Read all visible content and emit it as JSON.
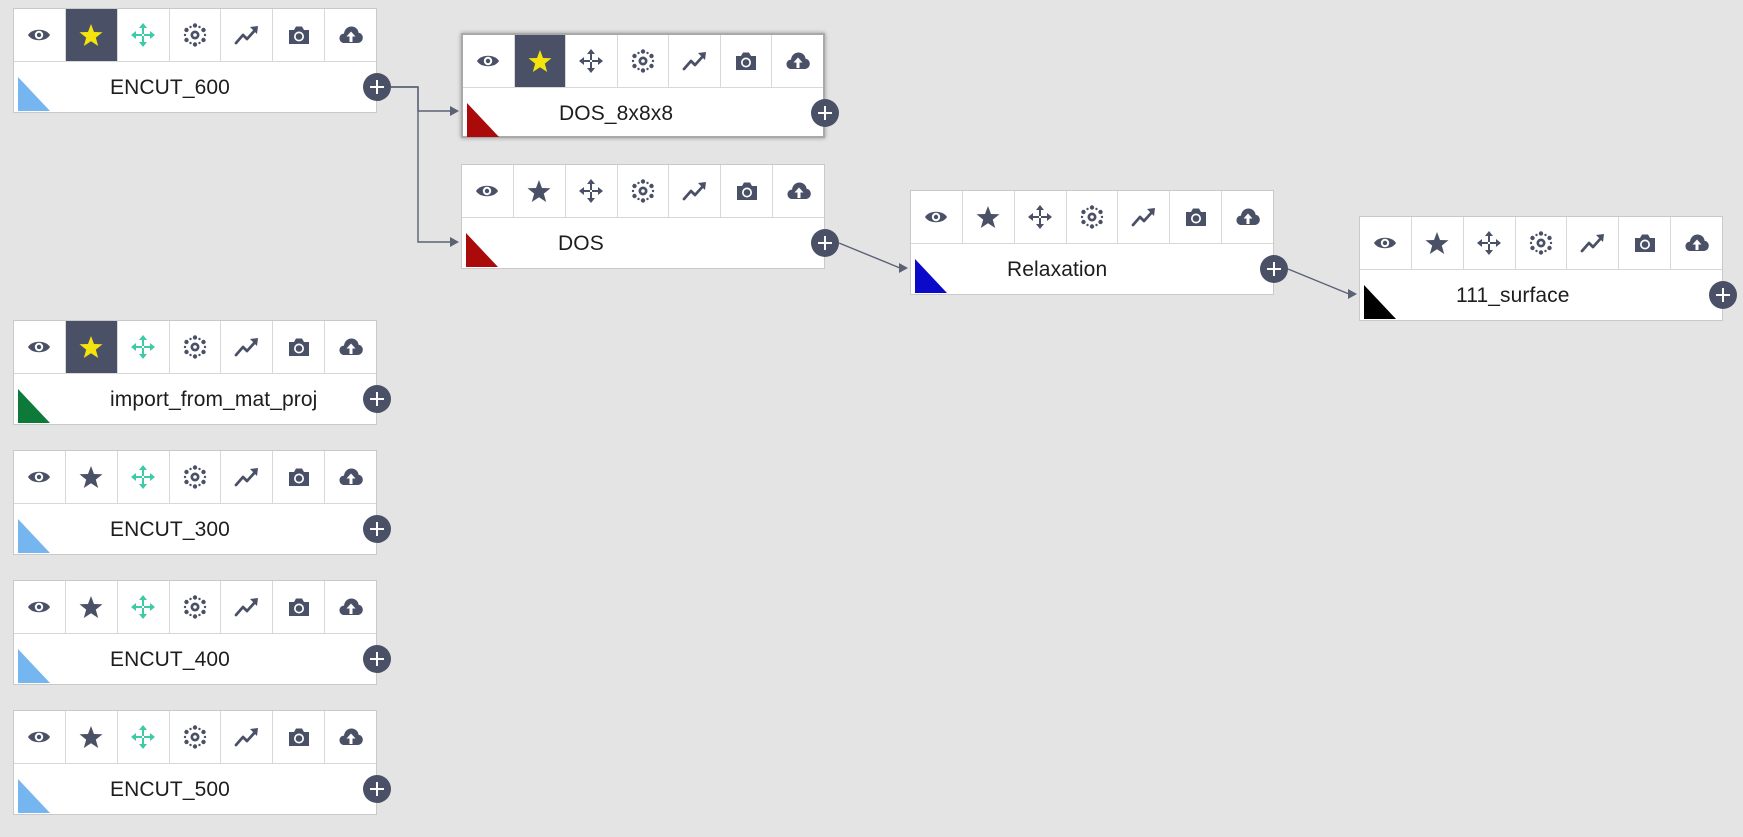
{
  "colors": {
    "dark": "#4a5066",
    "star_active": "#f5e30e",
    "teal": "#3ec9a7",
    "light_blue": "#75b5f0",
    "dark_red": "#aa0a0a",
    "blue": "#0a0ac8",
    "black": "#000000",
    "green": "#0e7a3a"
  },
  "tool_icons": [
    "eye-icon",
    "star-icon",
    "arrows-icon",
    "atom-icon",
    "chart-icon",
    "camera-icon",
    "cloud-upload-icon"
  ],
  "nodes": [
    {
      "id": "encut600",
      "label": "ENCUT_600",
      "triangle_color": "light_blue",
      "star_active": true,
      "arrows_teal": true,
      "cloud_variant": "plain",
      "selected": false
    },
    {
      "id": "dos8",
      "label": "DOS_8x8x8",
      "triangle_color": "dark_red",
      "star_active": true,
      "arrows_teal": false,
      "cloud_variant": "plain",
      "selected": true
    },
    {
      "id": "dos",
      "label": "DOS",
      "triangle_color": "dark_red",
      "star_active": false,
      "arrows_teal": false,
      "cloud_variant": "plain",
      "selected": false
    },
    {
      "id": "relax",
      "label": "Relaxation",
      "triangle_color": "blue",
      "star_active": false,
      "arrows_teal": false,
      "cloud_variant": "plain",
      "selected": false
    },
    {
      "id": "surf",
      "label": "111_surface",
      "triangle_color": "black",
      "star_active": false,
      "arrows_teal": false,
      "cloud_variant": "plain",
      "selected": false
    },
    {
      "id": "mp",
      "label": "import_from_mat_proj",
      "triangle_color": "green",
      "star_active": true,
      "arrows_teal": true,
      "cloud_variant": "plain",
      "selected": false
    },
    {
      "id": "encut300",
      "label": "ENCUT_300",
      "triangle_color": "light_blue",
      "star_active": false,
      "arrows_teal": true,
      "cloud_variant": "plain",
      "selected": false
    },
    {
      "id": "encut400",
      "label": "ENCUT_400",
      "triangle_color": "light_blue",
      "star_active": false,
      "arrows_teal": true,
      "cloud_variant": "plain",
      "selected": false
    },
    {
      "id": "encut500",
      "label": "ENCUT_500",
      "triangle_color": "light_blue",
      "star_active": false,
      "arrows_teal": true,
      "cloud_variant": "plain",
      "selected": false
    }
  ],
  "edges": [
    {
      "from": "encut600",
      "to": "dos8"
    },
    {
      "from": "encut600",
      "to": "dos"
    },
    {
      "from": "dos",
      "to": "relax"
    },
    {
      "from": "relax",
      "to": "surf"
    }
  ]
}
